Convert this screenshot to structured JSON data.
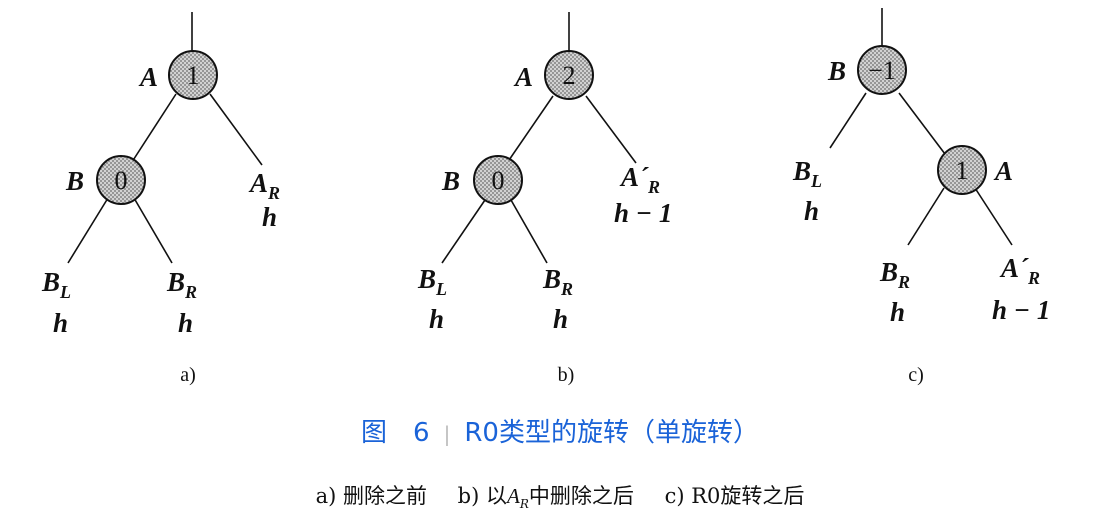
{
  "figure": {
    "panels": [
      {
        "label": "a)",
        "nodes": [
          {
            "name": "A",
            "balance": "1"
          },
          {
            "name": "B",
            "balance": "0"
          }
        ],
        "leaves": [
          {
            "name": "A",
            "sub": "R",
            "height": "h"
          },
          {
            "name": "B",
            "sub": "L",
            "height": "h"
          },
          {
            "name": "B",
            "sub": "R",
            "height": "h"
          }
        ]
      },
      {
        "label": "b)",
        "nodes": [
          {
            "name": "A",
            "balance": "2"
          },
          {
            "name": "B",
            "balance": "0"
          }
        ],
        "leaves": [
          {
            "name": "A´",
            "sub": "R",
            "height": "h − 1"
          },
          {
            "name": "B",
            "sub": "L",
            "height": "h"
          },
          {
            "name": "B",
            "sub": "R",
            "height": "h"
          }
        ]
      },
      {
        "label": "c)",
        "nodes": [
          {
            "name": "B",
            "balance": "−1"
          },
          {
            "name": "A",
            "balance": "1"
          }
        ],
        "leaves": [
          {
            "name": "B",
            "sub": "L",
            "height": "h"
          },
          {
            "name": "B",
            "sub": "R",
            "height": "h"
          },
          {
            "name": "A´",
            "sub": "R",
            "height": "h − 1"
          }
        ]
      }
    ]
  },
  "caption": {
    "number": "图　6",
    "title": "R0类型的旋转（单旋转）"
  },
  "sublegend": {
    "a_prefix": "a)",
    "a_text": "删除之前",
    "b_prefix": "b)",
    "b_text_1": "以",
    "b_var": "A",
    "b_var_sub": "R",
    "b_text_2": "中删除之后",
    "c_prefix": "c)",
    "c_text": "R0旋转之后"
  }
}
